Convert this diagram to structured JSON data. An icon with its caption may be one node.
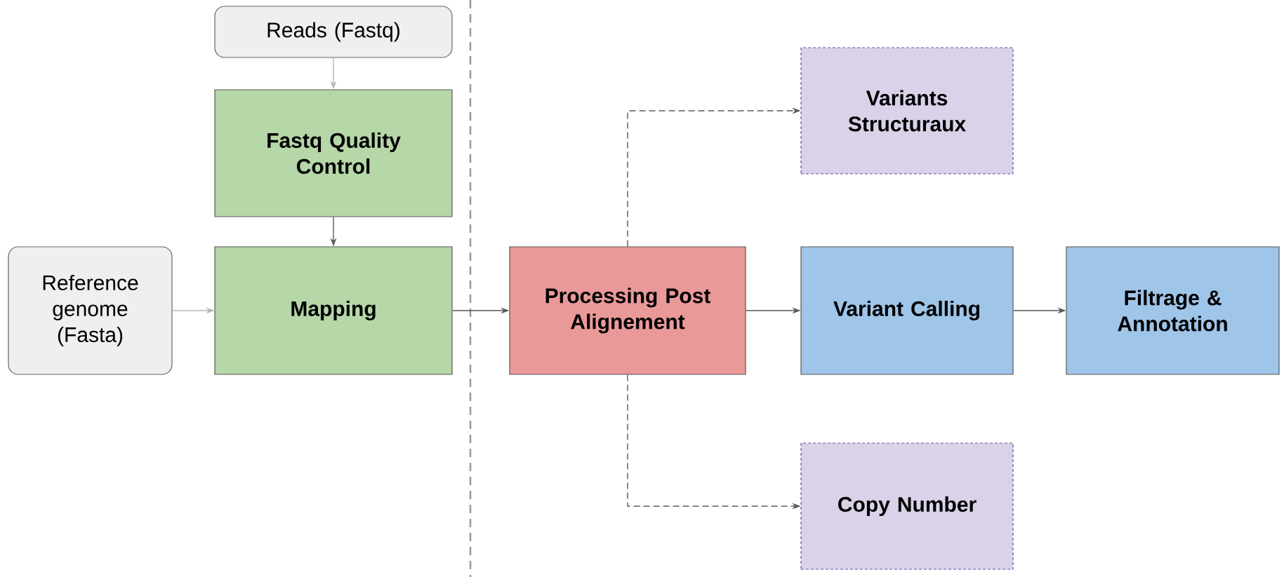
{
  "diagram": {
    "nodes": [
      {
        "text": [
          "Reads (Fastq)"
        ]
      },
      {
        "text": [
          "Fastq Quality Control"
        ]
      },
      {
        "text": [
          "Reference genome (Fasta)"
        ]
      },
      {
        "text": [
          "Mapping"
        ]
      },
      {
        "text": [
          "Processing Post Alignement"
        ]
      },
      {
        "text": [
          "Variants Structuraux"
        ]
      },
      {
        "text": [
          "Variant Calling"
        ]
      },
      {
        "text": [
          "Filtrage & Annotation"
        ]
      },
      {
        "text": [
          "Copy Number"
        ]
      }
    ],
    "edges": [
      {
        "from": 0,
        "to": 1,
        "arrow": "to",
        "color": "#b7b7b7"
      },
      {
        "from": 1,
        "to": 3,
        "arrow": "to"
      },
      {
        "from": 2,
        "to": 3,
        "arrow": "to",
        "color": "#b7b7b7"
      },
      {
        "from": 3,
        "to": 4,
        "arrow": "to"
      },
      {
        "from": 4,
        "to": 5,
        "arrow": "to",
        "style": "dashed"
      },
      {
        "from": 4,
        "to": 6,
        "arrow": "to"
      },
      {
        "from": 6,
        "to": 7,
        "arrow": "to"
      },
      {
        "from": 4,
        "to": 8,
        "arrow": "to",
        "style": "dashed"
      }
    ]
  }
}
